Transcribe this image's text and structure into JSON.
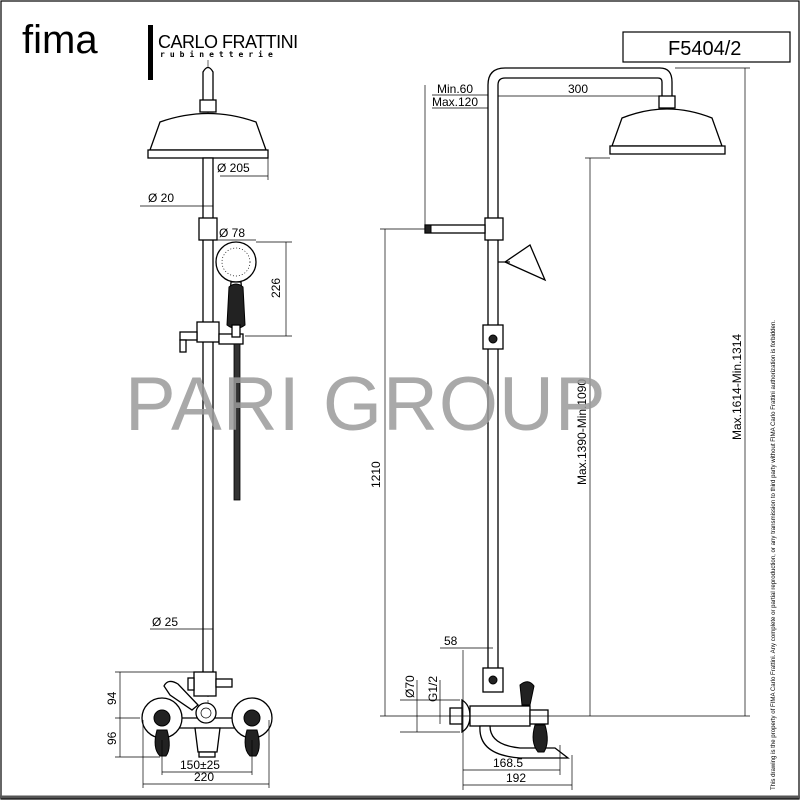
{
  "header": {
    "brand_logo": "fima",
    "sub_brand_logo": "CARLO FRATTINI",
    "sub_brand_tagline": "rubinetterie",
    "product_code": "F5404/2"
  },
  "watermark": "PARI GROUP",
  "disclaimer": "This drawing is the property of FIMA Carlo Frattini. Any complete or partial reproduction, or any transmission to third party without FIMA Carlo Frattini authorization is forbidden.",
  "front_view": {
    "head_diameter": "Ø 205",
    "pipe_diameter_top": "Ø 20",
    "hand_shower_diameter": "Ø 78",
    "hand_shower_length": "226",
    "pipe_diameter_bottom": "Ø 25",
    "mixer_height_upper": "94",
    "mixer_height_lower": "96",
    "inlet_centers": "150±25",
    "mixer_width": "220"
  },
  "side_view": {
    "arm_offset_min": "Min.60",
    "arm_offset_max": "Max.120",
    "arm_length": "300",
    "slider_height": "1210",
    "head_height": "Max.1390-Min.1090",
    "total_height": "Max.1614-Min.1314",
    "column_offset": "58",
    "rosette_diameter": "Ø70",
    "thread": "G1/2",
    "spout_reach": "168.5",
    "overall_depth": "192"
  }
}
